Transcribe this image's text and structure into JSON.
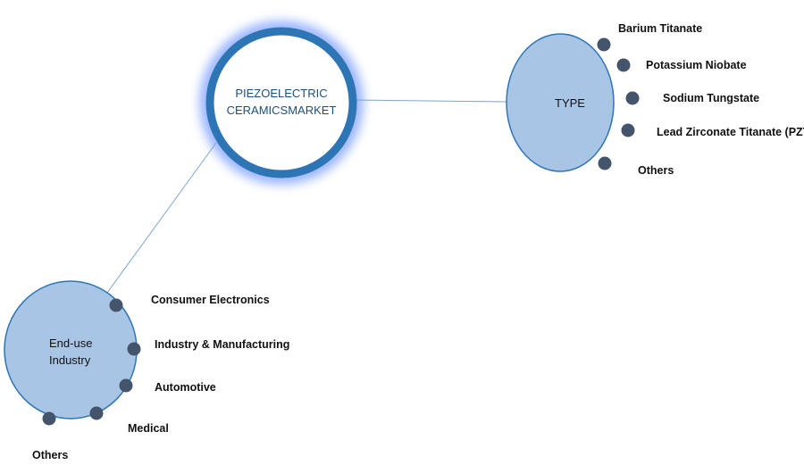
{
  "center": {
    "line1": "PIEZOELECTRIC",
    "line2": "CERAMICSMARKET"
  },
  "type_node": {
    "label": "TYPE",
    "items": [
      "Barium Titanate",
      "Potassium Niobate",
      "Sodium Tungstate",
      "Lead Zirconate Titanate (PZT)",
      "Others"
    ]
  },
  "enduse_node": {
    "line1": "End-use",
    "line2": "Industry",
    "items": [
      "Consumer Electronics",
      "Industry & Manufacturing",
      "Automotive",
      "Medical",
      "Others"
    ]
  },
  "colors": {
    "hub_ring": "#2e75b6",
    "node_fill": "#a9c5e6",
    "node_stroke": "#2e75b6",
    "dot": "#44546a",
    "connector": "#7ea6cf"
  }
}
